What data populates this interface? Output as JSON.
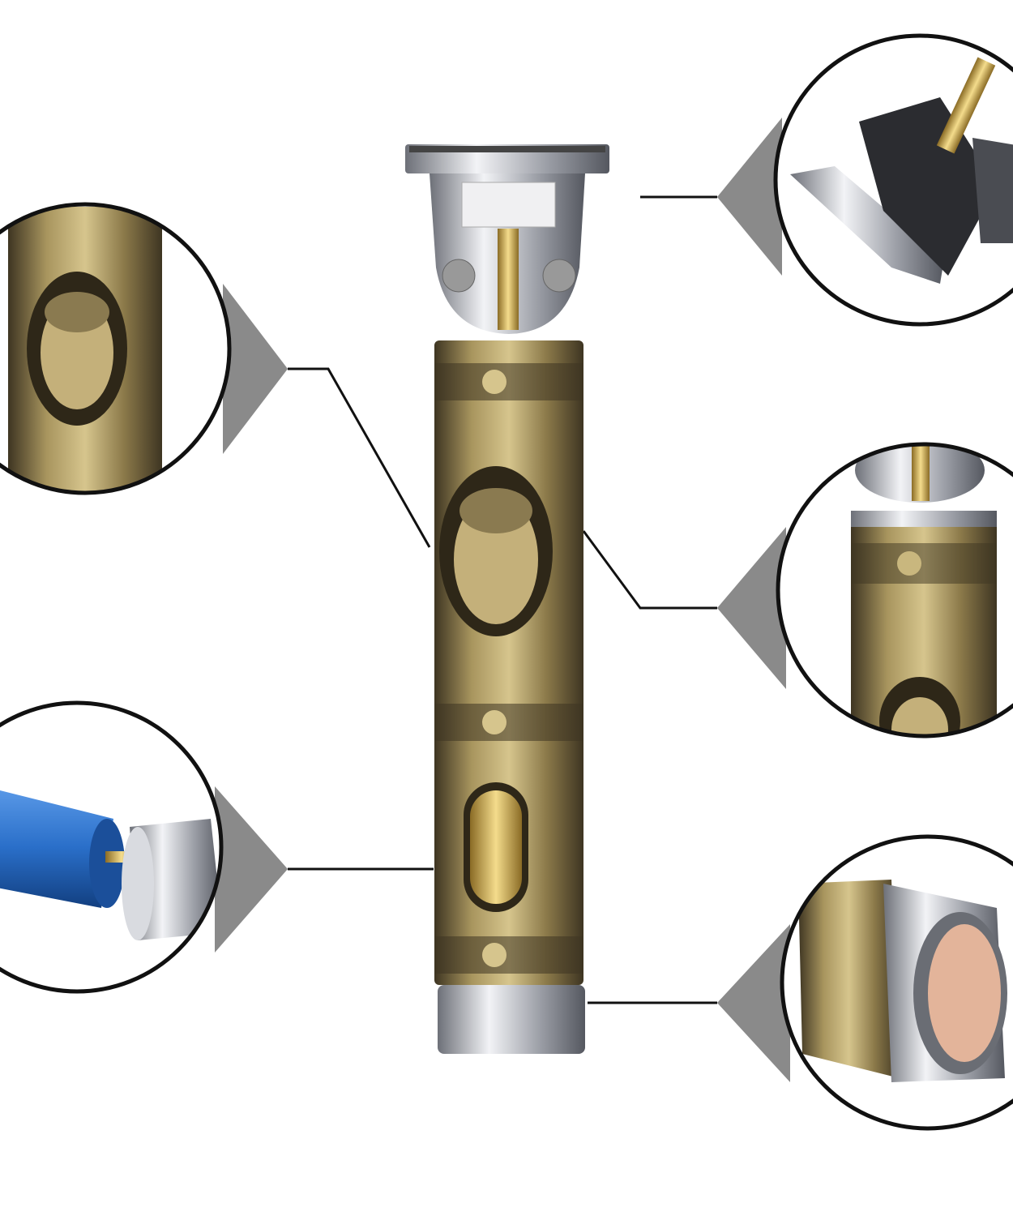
{
  "product": {
    "colors": {
      "bronze": "#8c7a4a",
      "bronze_light": "#c9b77e",
      "bronze_dark": "#3e3522",
      "chrome": "#c8cbd2",
      "pointer_gray": "#8a8a8a",
      "battery_blue": "#2a6fc9",
      "copper_contact": "#e3b49a"
    },
    "callouts": [
      {
        "detail": "buddha-engraving"
      },
      {
        "detail": "t-blade"
      },
      {
        "detail": "head-joint"
      },
      {
        "detail": "battery-insert"
      },
      {
        "detail": "charging-port"
      }
    ]
  }
}
